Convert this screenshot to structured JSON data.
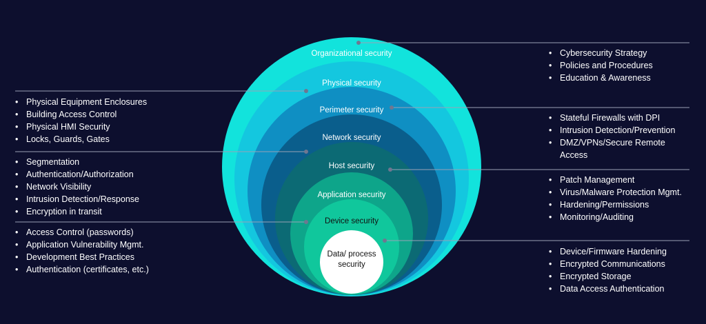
{
  "diagram": {
    "rings": [
      {
        "id": "organizational",
        "label": "Organizational security",
        "color": "#12e3dc"
      },
      {
        "id": "physical",
        "label": "Physical security",
        "color": "#14c7df"
      },
      {
        "id": "perimeter",
        "label": "Perimeter security",
        "color": "#0f8fc3"
      },
      {
        "id": "network",
        "label": "Network security",
        "color": "#0a5e8c"
      },
      {
        "id": "host",
        "label": "Host security",
        "color": "#0c6a74"
      },
      {
        "id": "application",
        "label": "Application security",
        "color": "#0ea58a"
      },
      {
        "id": "device",
        "label": "Device security",
        "color": "#10c79c"
      },
      {
        "id": "data",
        "label": "Data/ process security",
        "color": "#ffffff"
      }
    ],
    "line_color": "#9aa2b6"
  },
  "lists": {
    "organizational": [
      "Cybersecurity Strategy",
      "Policies and Procedures",
      "Education & Awareness"
    ],
    "physical": [
      "Physical Equipment Enclosures",
      "Building Access Control",
      "Physical HMI Security",
      "Locks, Guards, Gates"
    ],
    "perimeter": [
      "Stateful Firewalls with DPI",
      "Intrusion Detection/Prevention",
      "DMZ/VPNs/Secure Remote Access"
    ],
    "network": [
      "Segmentation",
      "Authentication/Authorization",
      "Network Visibility",
      "Intrusion Detection/Response",
      "Encryption in transit"
    ],
    "host": [
      "Patch Management",
      "Virus/Malware Protection Mgmt.",
      "Hardening/Permissions",
      "Monitoring/Auditing"
    ],
    "application": [
      "Access Control (passwords)",
      "Application Vulnerability Mgmt.",
      "Development Best Practices",
      "Authentication (certificates, etc.)"
    ],
    "data": [
      "Device/Firmware Hardening",
      "Encrypted Communications",
      "Encrypted Storage",
      "Data Access Authentication"
    ]
  }
}
